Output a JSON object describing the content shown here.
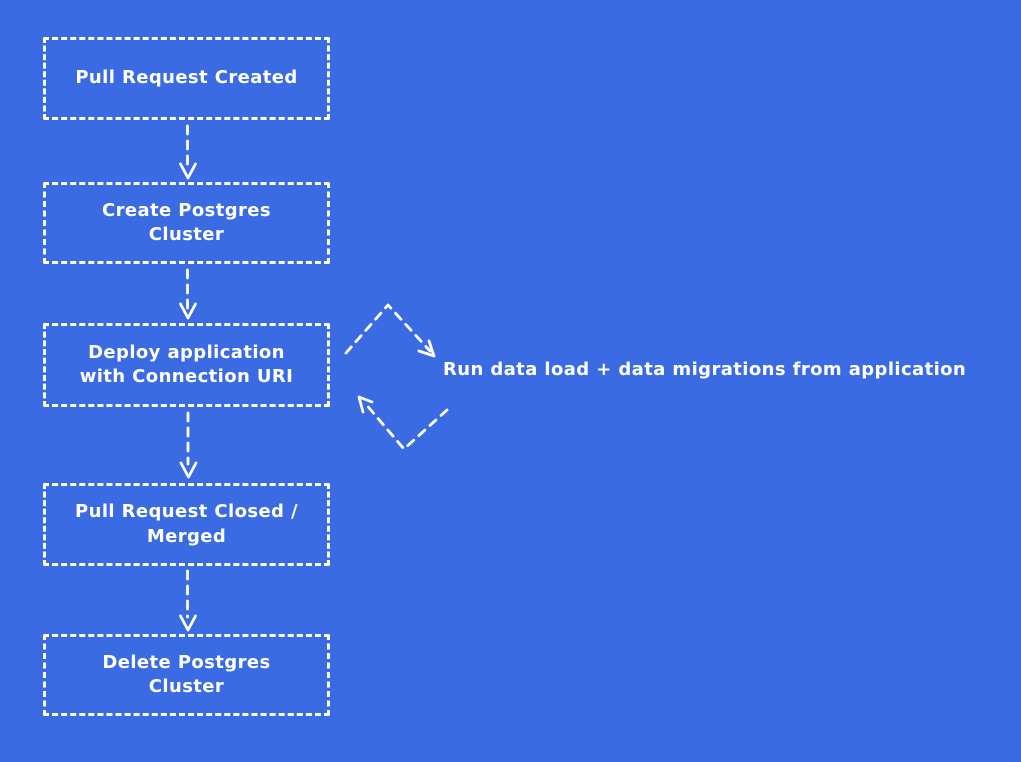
{
  "diagram": {
    "background_color": "#3a6be3",
    "stroke_color": "#ffffff",
    "style": "hand-drawn, white dashed boxes and dashed arrows on blue background",
    "nodes": [
      {
        "label": "Pull Request Created"
      },
      {
        "label": "Create Postgres Cluster"
      },
      {
        "label": "Deploy application with Connection URI"
      },
      {
        "label": "Pull Request Closed / Merged"
      },
      {
        "label": "Delete Postgres Cluster"
      }
    ],
    "annotation": {
      "label": "Run data load + data migrations from application"
    },
    "edges": [
      {
        "from": "Pull Request Created",
        "to": "Create Postgres Cluster",
        "style": "dashed-arrow-down"
      },
      {
        "from": "Create Postgres Cluster",
        "to": "Deploy application with Connection URI",
        "style": "dashed-arrow-down"
      },
      {
        "from": "Deploy application with Connection URI",
        "to": "Run data load + data migrations from application",
        "style": "dashed-arc-right"
      },
      {
        "from": "Run data load + data migrations from application",
        "to": "Deploy application with Connection URI",
        "style": "dashed-arc-left"
      },
      {
        "from": "Deploy application with Connection URI",
        "to": "Pull Request Closed / Merged",
        "style": "dashed-arrow-down"
      },
      {
        "from": "Pull Request Closed / Merged",
        "to": "Delete Postgres Cluster",
        "style": "dashed-arrow-down"
      }
    ]
  }
}
